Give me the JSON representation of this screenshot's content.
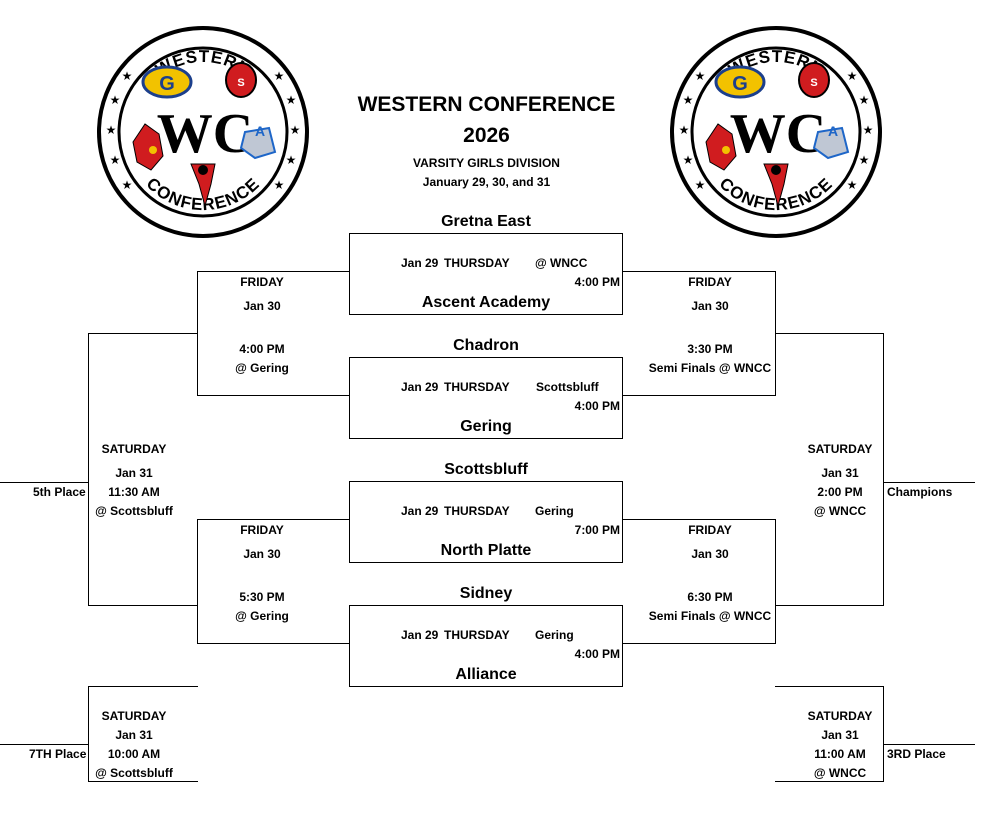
{
  "header": {
    "title": "WESTERN CONFERENCE",
    "year": "2026",
    "division": "VARSITY GIRLS DIVISION",
    "dates": "January 29, 30, and 31"
  },
  "logo": {
    "top_text": "WESTERN",
    "bottom_text": "CONFERENCE",
    "center_text": "WC",
    "g_letter": "G",
    "s_letter": "S",
    "a_letter": "A"
  },
  "first_round": [
    {
      "top_team": "Gretna East",
      "bottom_team": "Ascent Academy",
      "date": "Jan 29",
      "day": "THURSDAY",
      "site": "@ WNCC",
      "time": "4:00 PM"
    },
    {
      "top_team": "Chadron",
      "bottom_team": "Gering",
      "date": "Jan 29",
      "day": "THURSDAY",
      "site": "Scottsbluff",
      "time": "4:00 PM"
    },
    {
      "top_team": "Scottsbluff",
      "bottom_team": "North Platte",
      "date": "Jan 29",
      "day": "THURSDAY",
      "site": "Gering",
      "time": "7:00 PM"
    },
    {
      "top_team": "Sidney",
      "bottom_team": "Alliance",
      "date": "Jan 29",
      "day": "THURSDAY",
      "site": "Gering",
      "time": "4:00 PM"
    }
  ],
  "consolation_friday": [
    {
      "day": "FRIDAY",
      "date": "Jan 30",
      "time": "4:00 PM",
      "site": "@ Gering"
    },
    {
      "day": "FRIDAY",
      "date": "Jan 30",
      "time": "5:30 PM",
      "site": "@ Gering"
    }
  ],
  "semifinals": [
    {
      "day": "FRIDAY",
      "date": "Jan 30",
      "time": "3:30 PM",
      "site": "Semi Finals @ WNCC"
    },
    {
      "day": "FRIDAY",
      "date": "Jan 30",
      "time": "6:30 PM",
      "site": "Semi Finals @ WNCC"
    }
  ],
  "fifth_place": {
    "label": "5th Place",
    "day": "SATURDAY",
    "date": "Jan 31",
    "time": "11:30 AM",
    "site": "@ Scottsbluff"
  },
  "championship": {
    "label": "Champions",
    "day": "SATURDAY",
    "date": "Jan 31",
    "time": "2:00 PM",
    "site": "@ WNCC"
  },
  "seventh_place": {
    "label": "7TH Place",
    "day": "SATURDAY",
    "date": "Jan 31",
    "time": "10:00 AM",
    "site": "@ Scottsbluff"
  },
  "third_place": {
    "label": "3RD Place",
    "day": "SATURDAY",
    "date": "Jan 31",
    "time": "11:00 AM",
    "site": "@ WNCC"
  }
}
